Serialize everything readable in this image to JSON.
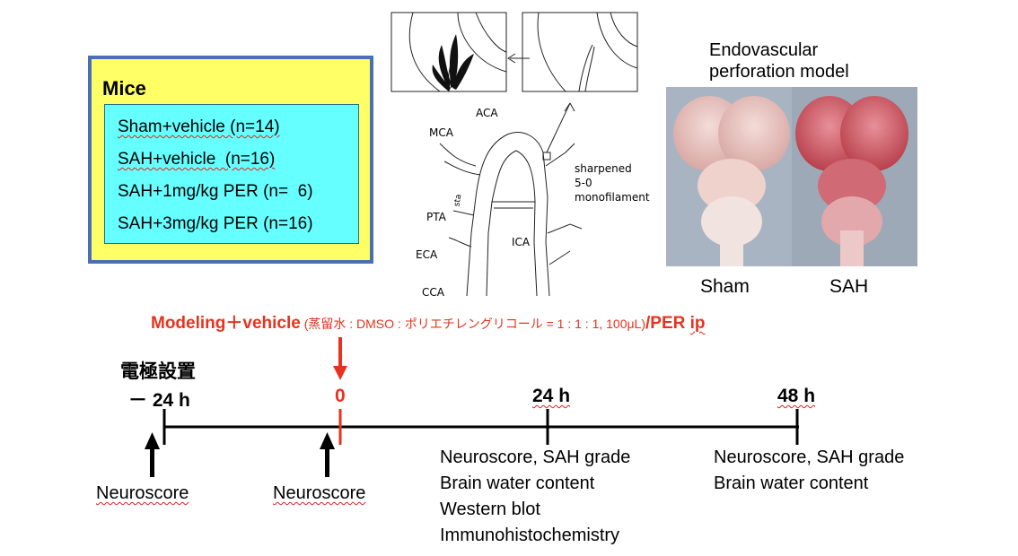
{
  "mice": {
    "title": "Mice",
    "groups": [
      {
        "label": "Sham+vehicle (n=14)"
      },
      {
        "label": "SAH+vehicle  (n=16)"
      },
      {
        "label": "SAH+1mg/kg PER (n=  6)"
      },
      {
        "label": "SAH+3mg/kg PER (n=16)"
      }
    ]
  },
  "anatomy": {
    "labels": {
      "aca": "ACA",
      "mca": "MCA",
      "pta": "PTA",
      "eca": "ECA",
      "cca": "CCA",
      "ica": "ICA",
      "sta": "sta",
      "filament_1": "sharpened",
      "filament_2": "5-0",
      "filament_3": "monofilament"
    }
  },
  "photo": {
    "title_line1": "Endovascular",
    "title_line2": "perforation model",
    "label_sham": "Sham",
    "label_sah": "SAH"
  },
  "modeling": {
    "main": "Modeling＋vehicle",
    "detail": " (蒸留水 : DMSO : ポリエチレングリコール = 1 : 1 : 1, 100μL)",
    "suffix": "/PER ",
    "route": "ip"
  },
  "timeline": {
    "electrode_label": "電極設置",
    "points": [
      {
        "label": "－ 24 h"
      },
      {
        "label": "0"
      },
      {
        "label": "24 h"
      },
      {
        "label": "48 h"
      }
    ],
    "events": {
      "minus24": [
        "Neuroscore"
      ],
      "zero": [
        "Neuroscore"
      ],
      "h24": [
        "Neuroscore, SAH grade",
        "Brain water content",
        "Western blot",
        "Immunohistochemistry"
      ],
      "h48": [
        "Neuroscore, SAH grade",
        "Brain water content"
      ]
    }
  },
  "colors": {
    "accent_red": "#e8321e",
    "mice_box_fill": "#ffff66",
    "mice_box_border": "#4a6fb5",
    "group_box_fill": "#66ffff"
  }
}
